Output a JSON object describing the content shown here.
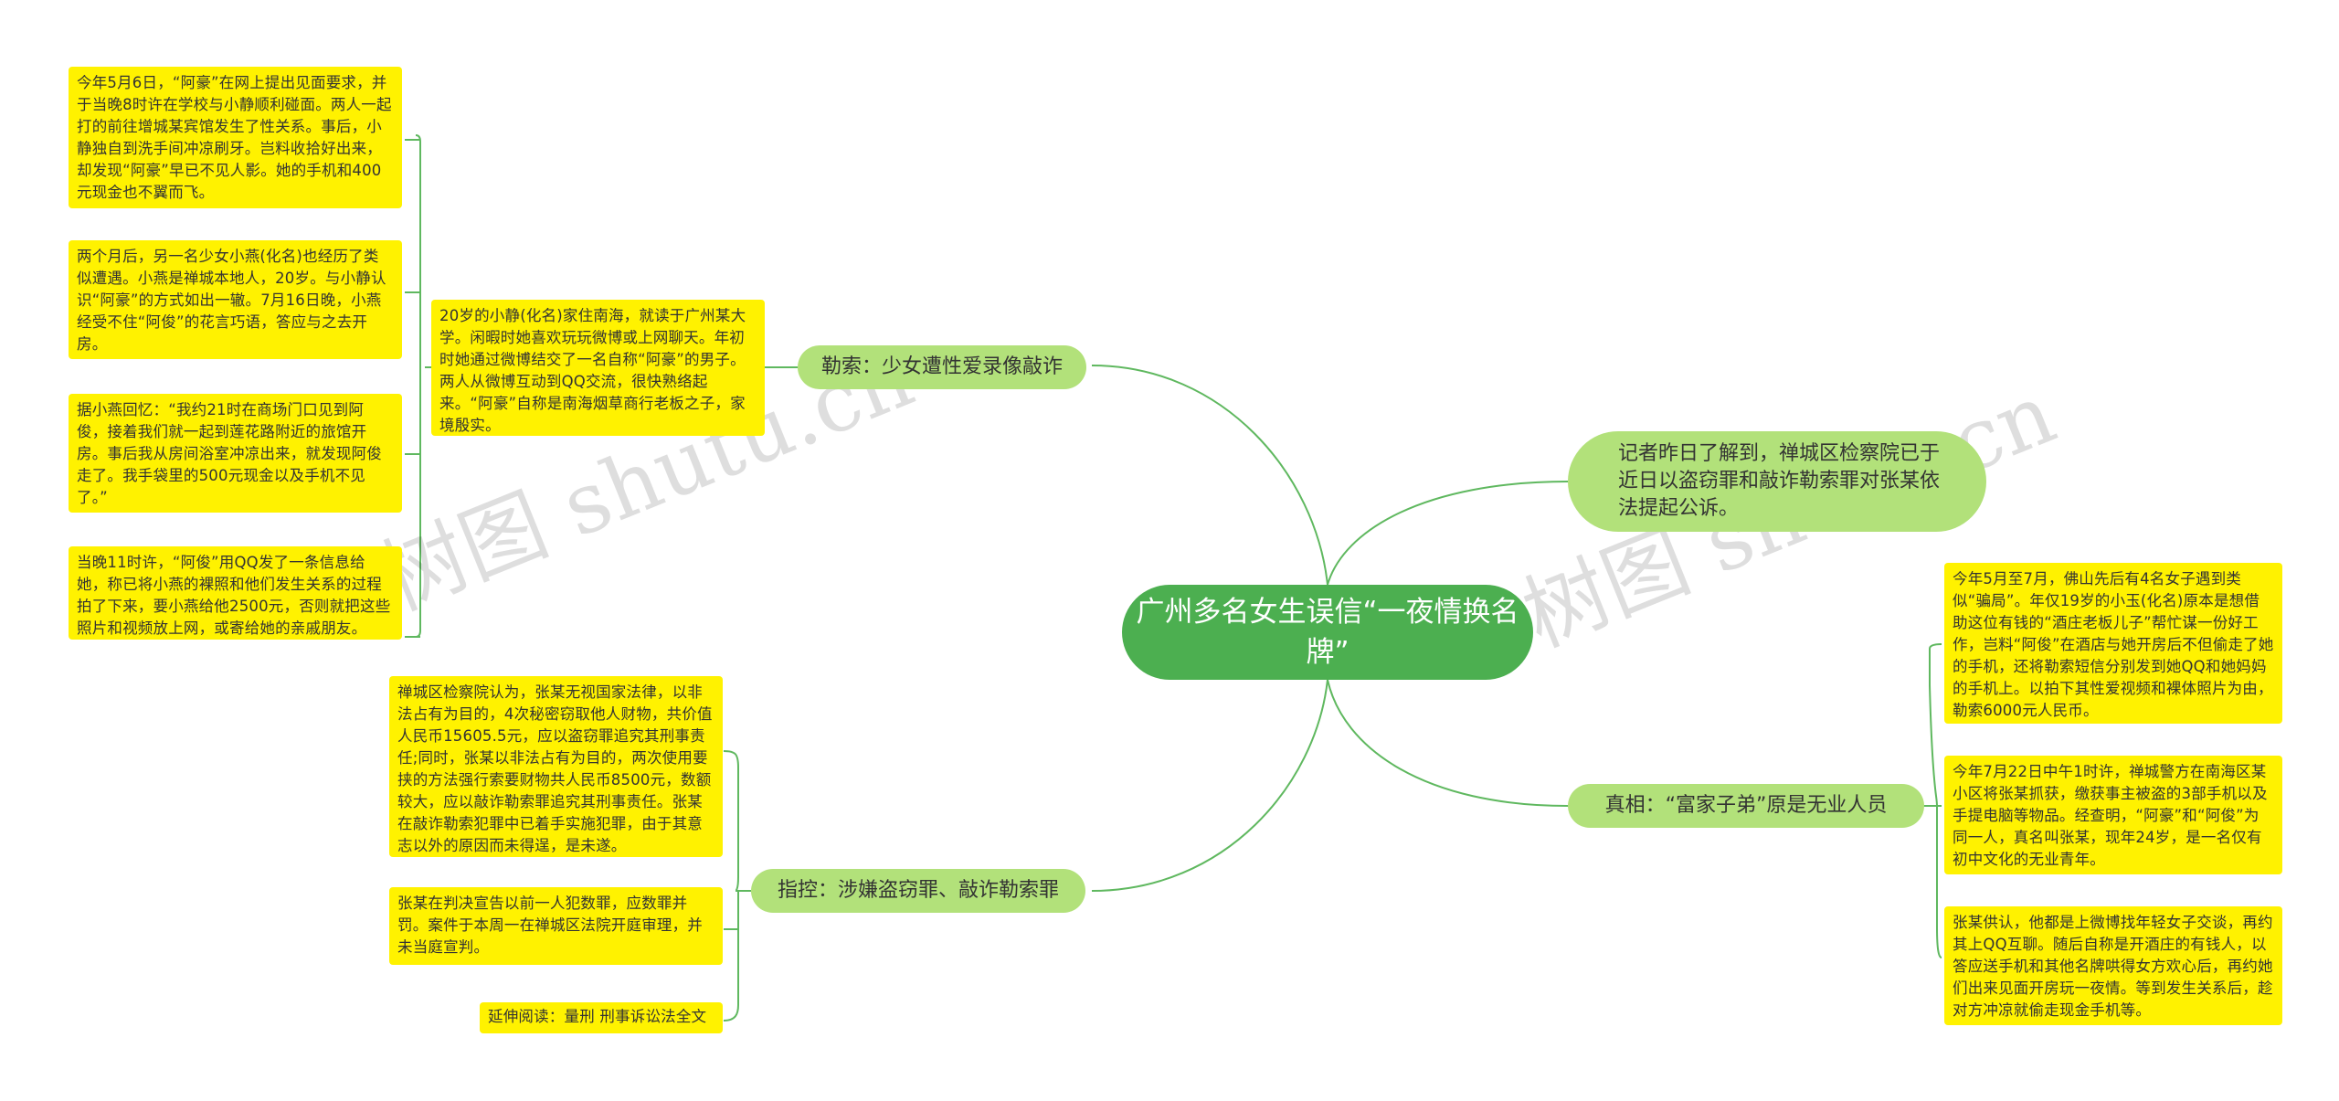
{
  "root": {
    "title": "广州多名女生误信“一夜情换名牌”"
  },
  "branches": {
    "extortion": {
      "label": "勒索：少女遭性爱录像敲诈"
    },
    "prosecution": {
      "label": "记者昨日了解到，禅城区检察院已于近日以盗窃罪和敲诈勒索罪对张某依法提起公诉。"
    },
    "charges": {
      "label": "指控：涉嫌盗窃罪、敲诈勒索罪"
    },
    "truth": {
      "label": "真相：“富家子弟”原是无业人员"
    }
  },
  "leaves": {
    "background": "20岁的小静(化名)家住南海，就读于广州某大学。闲暇时她喜欢玩玩微博或上网聊天。年初时她通过微博结交了一名自称“阿豪”的男子。两人从微博互动到QQ交流，很快熟络起来。“阿豪”自称是南海烟草商行老板之子，家境殷实。",
    "may6": "今年5月6日，“阿豪”在网上提出见面要求，并于当晚8时许在学校与小静顺利碰面。两人一起打的前往增城某宾馆发生了性关系。事后，小静独自到洗手间冲凉刷牙。岂料收拾好出来，却发现“阿豪”早已不见人影。她的手机和400元现金也不翼而飞。",
    "xiaoyan": "两个月后，另一名少女小燕(化名)也经历了类似遭遇。小燕是禅城本地人，20岁。与小静认识“阿豪”的方式如出一辙。7月16日晚，小燕经受不住“阿俊”的花言巧语，答应与之去开房。",
    "recall": "据小燕回忆：“我约21时在商场门口见到阿俊，接着我们就一起到莲花路附近的旅馆开房。事后我从房间浴室冲凉出来，就发现阿俊走了。我手袋里的500元现金以及手机不见了。”",
    "qq_threat": "当晚11时许，“阿俊”用QQ发了一条信息给她，称已将小燕的裸照和他们发生关系的过程拍了下来，要小燕给他2500元，否则就把这些照片和视频放上网，或寄给她的亲戚朋友。",
    "may_july": "今年5月至7月，佛山先后有4名女子遇到类似“骗局”。年仅19岁的小玉(化名)原本是想借助这位有钱的“酒庄老板儿子”帮忙谋一份好工作，岂料“阿俊”在酒店与她开房后不但偷走了她的手机，还将勒索短信分别发到她QQ和她妈妈的手机上。以拍下其性爱视频和裸体照片为由，勒索6000元人民币。",
    "arrest": "今年7月22日中午1时许，禅城警方在南海区某小区将张某抓获，缴获事主被盗的3部手机以及手提电脑等物品。经查明，“阿豪”和“阿俊”为同一人，真名叫张某，现年24岁，是一名仅有初中文化的无业青年。",
    "confession": "张某供认，他都是上微博找年轻女子交谈，再约其上QQ互聊。随后自称是开酒庄的有钱人，以答应送手机和其他名牌哄得女方欢心后，再约她们出来见面开房玩一夜情。等到发生关系后，趁对方冲凉就偷走现金手机等。",
    "indictment": "禅城区检察院认为，张某无视国家法律，以非法占有为目的，4次秘密窃取他人财物，共价值人民币15605.5元，应以盗窃罪追究其刑事责任;同时，张某以非法占有为目的，两次使用要挟的方法强行索要财物共人民币8500元，数额较大，应以敲诈勒索罪追究其刑事责任。张某在敲诈勒索犯罪中已着手实施犯罪，由于其意志以外的原因而未得逞，是未遂。",
    "trial": "张某在判决宣告以前一人犯数罪，应数罪并罚。案件于本周一在禅城区法院开庭审理，并未当庭宣判。",
    "reading": "延伸阅读：量刑 刑事诉讼法全文"
  },
  "watermarks": [
    "树图 shutu.cn",
    "树图 shutu.cn"
  ],
  "colors": {
    "root": "#4CAF50",
    "branch": "#B2E17A",
    "leaf": "#FFF200",
    "line": "#5FB85F"
  }
}
